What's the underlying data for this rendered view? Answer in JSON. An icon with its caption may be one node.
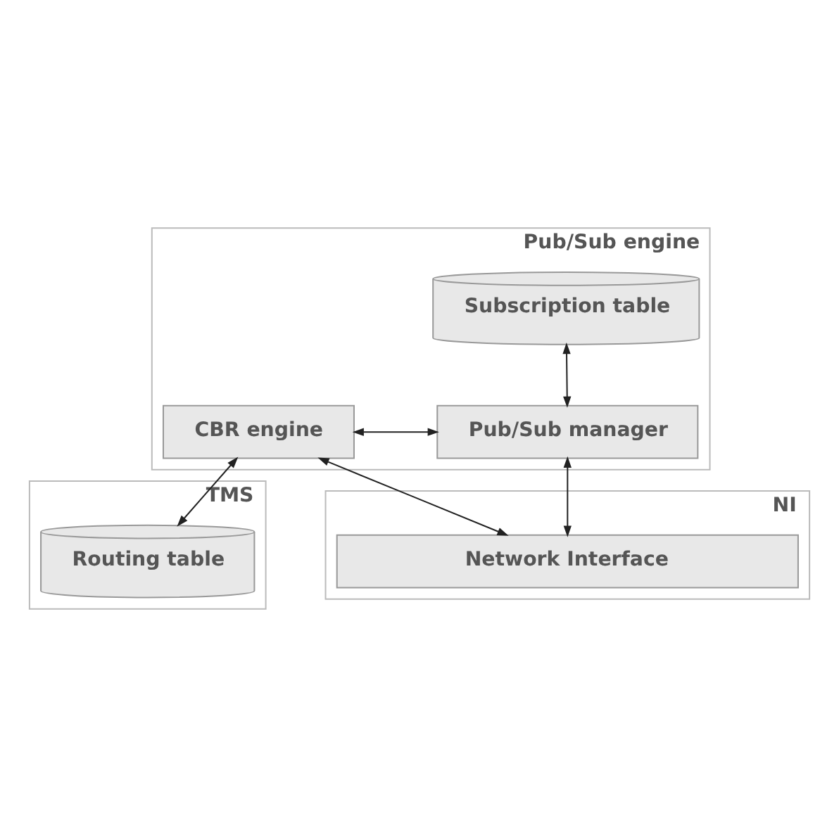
{
  "diagram": {
    "nodes": [
      {
        "text": [
          "Pub/Sub engine"
        ]
      },
      {
        "text": [
          "Subscription table"
        ],
        "in": 0
      },
      {
        "text": [
          "CBR engine"
        ],
        "in": 0
      },
      {
        "text": [
          "Pub/Sub manager"
        ],
        "in": 0
      },
      {
        "text": [
          "TMS"
        ]
      },
      {
        "text": [
          "Routing table"
        ],
        "in": 4
      },
      {
        "text": [
          "NI"
        ]
      },
      {
        "text": [
          "Network Interface"
        ],
        "in": 6
      }
    ],
    "edges": [
      {
        "from": 1,
        "to": 3,
        "arrow": "both"
      },
      {
        "from": 2,
        "to": 3,
        "arrow": "both"
      },
      {
        "from": 2,
        "to": 5,
        "arrow": "both"
      },
      {
        "from": 2,
        "to": 7,
        "arrow": "both"
      },
      {
        "from": 3,
        "to": 7,
        "arrow": "both"
      }
    ]
  }
}
